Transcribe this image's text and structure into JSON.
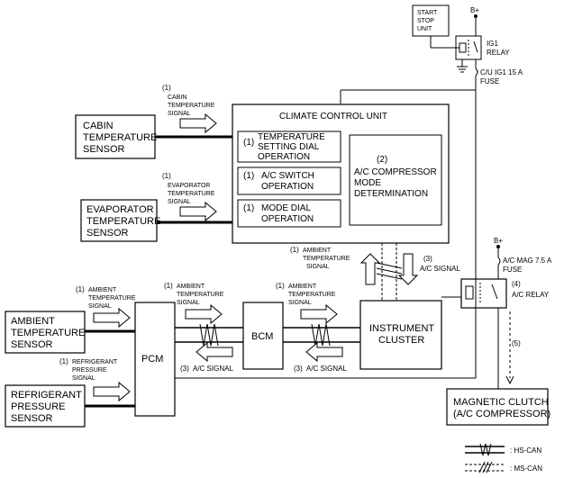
{
  "cabin_sensor": [
    "CABIN",
    "TEMPERATURE",
    "SENSOR"
  ],
  "evap_sensor": [
    "EVAPORATOR",
    "TEMPERATURE",
    "SENSOR"
  ],
  "ambient_sensor": [
    "AMBIENT",
    "TEMPERATURE",
    "SENSOR"
  ],
  "refrig_sensor": [
    "REFRIGERANT",
    "PRESSURE",
    "SENSOR"
  ],
  "start_stop_unit": [
    "START",
    "STOP",
    "UNIT"
  ],
  "bplus": "B+",
  "ig1_relay": [
    "IG1",
    "RELAY"
  ],
  "cu_fuse": [
    "C/U IG1 15 A",
    "FUSE"
  ],
  "climate_control_unit": {
    "title": "CLIMATE CONTROL UNIT",
    "temp_dial": {
      "num": "(1)",
      "lines": [
        "TEMPERATURE",
        "SETTING DIAL",
        "OPERATION"
      ]
    },
    "ac_switch": {
      "num": "(1)",
      "lines": [
        "A/C SWITCH",
        "OPERATION"
      ]
    },
    "mode_dial": {
      "num": "(1)",
      "lines": [
        "MODE DIAL",
        "OPERATION"
      ]
    },
    "compressor_mode": {
      "num": "(2)",
      "lines": [
        "A/C COMPRESSOR",
        "MODE",
        "DETERMINATION"
      ]
    }
  },
  "signals": {
    "cabin": {
      "num": "(1)",
      "lines": [
        "CABIN",
        "TEMPERATURE",
        "SIGNAL"
      ]
    },
    "evap": {
      "num": "(1)",
      "lines": [
        "EVAPORATOR",
        "TEMPERATURE",
        "SIGNAL"
      ]
    },
    "ambient_ccu": {
      "num": "(1)",
      "lines": [
        "AMBIENT",
        "TEMPERATURE",
        "SIGNAL"
      ]
    },
    "ac_ccu": {
      "num": "(3)",
      "lines": [
        "A/C SIGNAL"
      ]
    },
    "ambient_in": {
      "num": "(1)",
      "lines": [
        "AMBIENT",
        "TEMPERATURE",
        "SIGNAL"
      ]
    },
    "refrig_in": {
      "num": "(1)",
      "lines": [
        "REFRIGERANT",
        "PRESSURE",
        "SIGNAL"
      ]
    },
    "ambient_pcm_bcm": {
      "num": "(1)",
      "lines": [
        "AMBIENT",
        "TEMPERATURE",
        "SIGNAL"
      ]
    },
    "ambient_bcm_ic": {
      "num": "(1)",
      "lines": [
        "AMBIENT",
        "TEMPERATURE",
        "SIGNAL"
      ]
    },
    "ac_bcm_pcm": {
      "num": "(3)",
      "lines": [
        "A/C SIGNAL"
      ]
    },
    "ac_ic_bcm": {
      "num": "(3)",
      "lines": [
        "A/C SIGNAL"
      ]
    }
  },
  "pcm": "PCM",
  "bcm": "BCM",
  "instrument_cluster": [
    "INSTRUMENT",
    "CLUSTER"
  ],
  "ac_mag_fuse": [
    "A/C MAG 7.5 A",
    "FUSE"
  ],
  "ac_relay": {
    "num": "(4)",
    "label": "A/C RELAY"
  },
  "step5": "(5)",
  "magnetic_clutch": [
    "MAGNETIC CLUTCH",
    "(A/C COMPRESSOR)"
  ],
  "legend": {
    "hs_can": ": HS-CAN",
    "ms_can": ": MS-CAN"
  }
}
